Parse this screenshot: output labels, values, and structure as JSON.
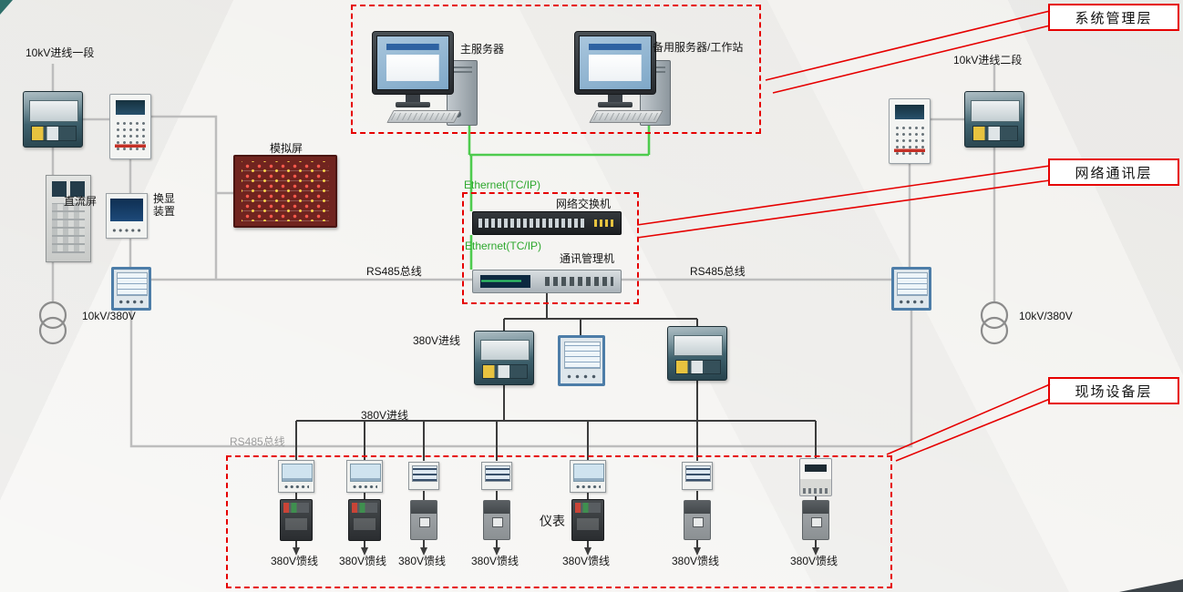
{
  "colors": {
    "accent_red": "#e60000",
    "ethernet_green": "#4ecb4e",
    "bus_gray": "#bdbdbd"
  },
  "annotations": {
    "system_layer": "系统管理层",
    "network_layer": "网络通讯层",
    "field_layer": "现场设备层"
  },
  "servers": {
    "main": "主服务器",
    "backup": "备用服务器/工作站"
  },
  "network": {
    "ethernet_top": "Ethernet(TC/IP)",
    "ethernet_mid": "Ethernet(TC/IP)",
    "switch": "网络交换机",
    "gateway": "通讯管理机"
  },
  "buses": {
    "rs485_left": "RS485总线",
    "rs485_right": "RS485总线",
    "rs485_field": "RS485总线",
    "v380_incoming_mid": "380V进线",
    "v380_incoming_field": "380V进线"
  },
  "left_side": {
    "incoming": "10kV进线一段",
    "dc_panel": "直流屏",
    "display_device": "换显装置",
    "mock_panel": "模拟屏",
    "transformer": "10kV/380V"
  },
  "right_side": {
    "incoming": "10kV进线二段",
    "transformer": "10kV/380V"
  },
  "field": {
    "meters_label": "仪表",
    "feeders": [
      {
        "label": "380V馈线"
      },
      {
        "label": "380V馈线"
      },
      {
        "label": "380V馈线"
      },
      {
        "label": "380V馈线"
      },
      {
        "label": "380V馈线"
      },
      {
        "label": "380V馈线"
      },
      {
        "label": "380V馈线"
      }
    ]
  }
}
